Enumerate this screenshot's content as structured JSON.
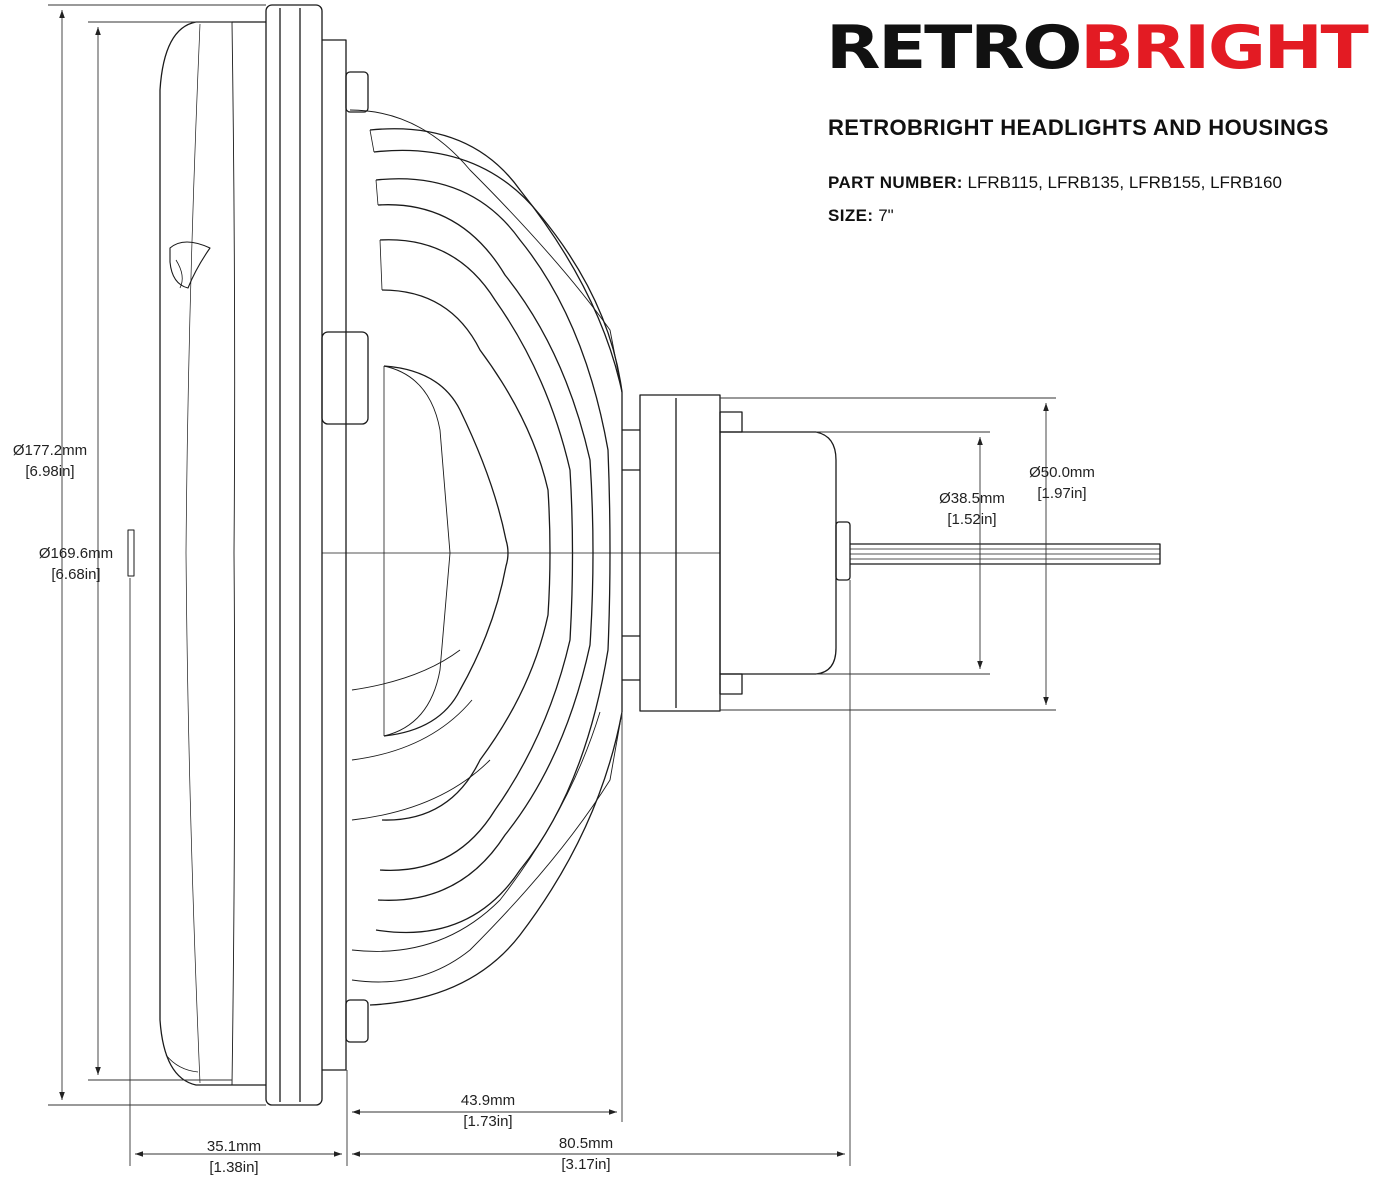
{
  "brand": {
    "part1": "RETRO",
    "part2": "BRIGHT",
    "color1": "#111111",
    "color2": "#e31b23"
  },
  "header": {
    "title": "RETROBRIGHT HEADLIGHTS AND HOUSINGS",
    "part_number_label": "PART NUMBER:",
    "part_number_value": "LFRB115, LFRB135, LFRB155, LFRB160",
    "size_label": "SIZE:",
    "size_value": "7\""
  },
  "dimensions": {
    "outer_dia": {
      "mm": "Ø177.2mm",
      "in": "[6.98in]"
    },
    "lens_dia": {
      "mm": "Ø169.6mm",
      "in": "[6.68in]"
    },
    "bulb_dia": {
      "mm": "Ø38.5mm",
      "in": "[1.52in]"
    },
    "base_dia": {
      "mm": "Ø50.0mm",
      "in": "[1.97in]"
    },
    "fin_depth": {
      "mm": "43.9mm",
      "in": "[1.73in]"
    },
    "lens_depth": {
      "mm": "35.1mm",
      "in": "[1.38in]"
    },
    "rear_depth": {
      "mm": "80.5mm",
      "in": "[3.17in]"
    }
  },
  "line_color": "#1a1a1a"
}
